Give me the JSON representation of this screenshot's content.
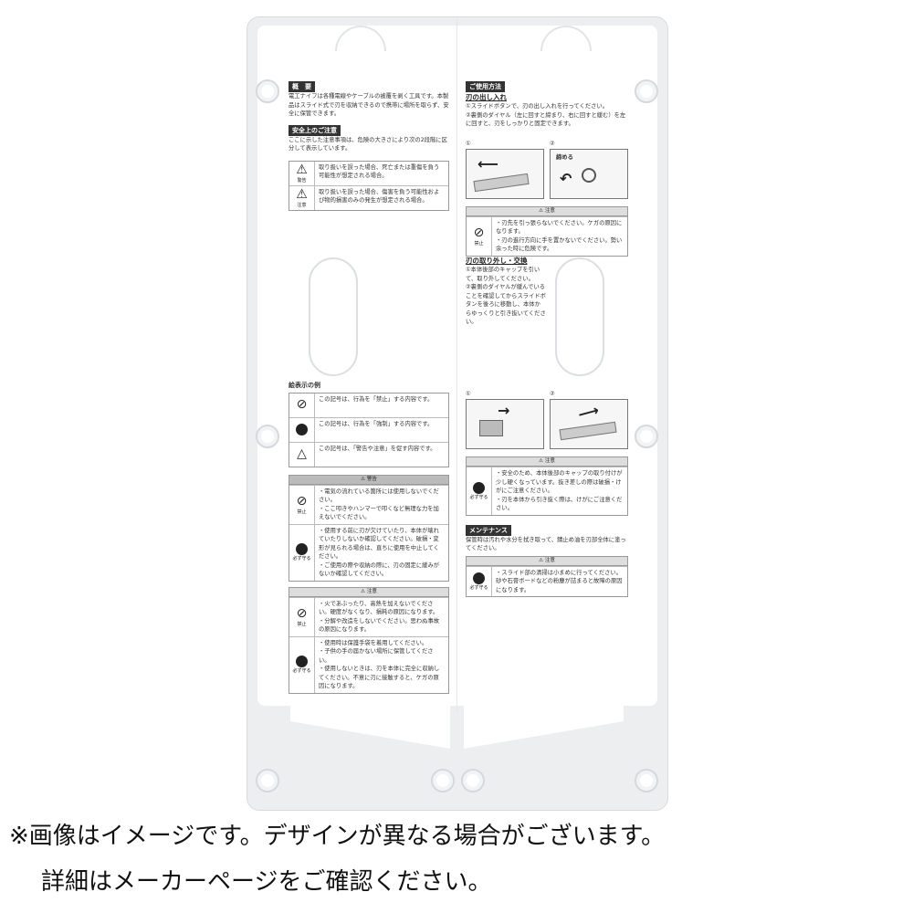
{
  "left": {
    "overview_heading": "概　要",
    "overview_text": "電工ナイフは各種電線やケーブルの被覆を剥く工具です。本製品はスライド式で刃を収納できるので携帯に場所を取らず、安全に保管できます。",
    "safety_heading": "安全上のご注意",
    "safety_text": "ここに示した注意事項は、危険の大きさにより次の2段階に区分して表示しています。",
    "levels": [
      {
        "icon": "⚠",
        "label": "警告",
        "text": "取り扱いを誤った場合、死亡または重傷を負う可能性が想定される場合。"
      },
      {
        "icon": "⚠",
        "label": "注意",
        "text": "取り扱いを誤った場合、傷害を負う可能性および物的損害のみの発生が想定される場合。"
      }
    ],
    "symbols_heading": "絵表示の例",
    "symbols": [
      {
        "icon": "prohibited",
        "text": "この記号は、行為を「禁止」する内容です。"
      },
      {
        "icon": "mandatory",
        "text": "この記号は、行為を「強制」する内容です。"
      },
      {
        "icon": "caution",
        "text": "この記号は、「警告や注意」を促す内容です。"
      }
    ],
    "warning": {
      "title": "⚠ 警告",
      "rows": [
        {
          "label": "禁止",
          "icon": "prohibited",
          "items": [
            "・電気の流れている箇所には使用しないでください。",
            "・ここ叩きやハンマーで叩くなど無理な力を加えないでください。"
          ]
        },
        {
          "label": "必ず守る",
          "icon": "mandatory",
          "items": [
            "・使用する前に刃が欠けていたり、本体が壊れていたりしないか確認してください。破損・変形が見られる場合は、直ちに使用を中止してください。",
            "・ご使用の際や収納の際に、刃の固定に緩みがないか確認してください。"
          ]
        }
      ]
    },
    "caution": {
      "title": "⚠ 注意",
      "rows": [
        {
          "label": "禁止",
          "icon": "prohibited",
          "items": [
            "・火であぶったり、高熱を加えないでください。硬度がなくなり、損耗の原因になります。",
            "・分解や改造をしないでください。思わぬ事故の原因になります。"
          ]
        },
        {
          "label": "必ず守る",
          "icon": "mandatory",
          "items": [
            "・使用時は保護手袋を着用してください。",
            "・子供の手の届かない場所に保管してください。",
            "・使用しないときは、刃を本体に完全に収納してください。不意に刃に接触すると、ケガの原因になります。"
          ]
        }
      ]
    }
  },
  "right": {
    "usage_heading": "ご使用方法",
    "blade_heading": "刃の出し入れ",
    "blade_steps": [
      "①スライドボタンで、刃の出し入れを行ってください。",
      "②裏側のダイヤル（左に回すと締まり、右に回すと緩む）を左に回すと、刃をしっかりと固定できます。"
    ],
    "illus1_num": "①",
    "illus2_num": "②",
    "illus2_label": "締める",
    "caution1": {
      "title": "⚠ 注意",
      "label": "禁止",
      "items": [
        "・刃先を引っ張らないでください。ケガの原因になります。",
        "・刃の進行方向に手を置かないでください。勢い余った時に危険です。"
      ]
    },
    "replace_heading": "刃の取り外し・交換",
    "replace_steps": [
      "①本体後部のキャップを引いて、取り外してください。",
      "②裏側のダイヤルが緩んでいることを確認してからスライドボタンを後ろに移動し、本体からゆっくりと引き抜いてください。"
    ],
    "illus3_num": "①",
    "illus4_num": "②",
    "caution2": {
      "title": "⚠ 注意",
      "label": "必ず守る",
      "items": [
        "・安全のため、本体後部のキャップの取り付けが少し硬くなっています。抜き差しの際は破損・けがにご注意ください。",
        "・刃を本体から引き抜く際は、けがにご注意ください。"
      ]
    },
    "maint_heading": "メンテナンス",
    "maint_text": "保管時は汚れや水分を拭き取って、錆止め油を刃部全体に塗ってください。",
    "caution3": {
      "title": "⚠ 注意",
      "label": "必ず守る",
      "items": [
        "・スライド部の清掃は小まめに行ってください。砂や石膏ボードなどの粉塵が詰まると故障の原因になります。"
      ]
    }
  },
  "caption": {
    "line1": "※画像はイメージです。デザインが異なる場合がございます。",
    "line2": "詳細はメーカーページをご確認ください。"
  }
}
